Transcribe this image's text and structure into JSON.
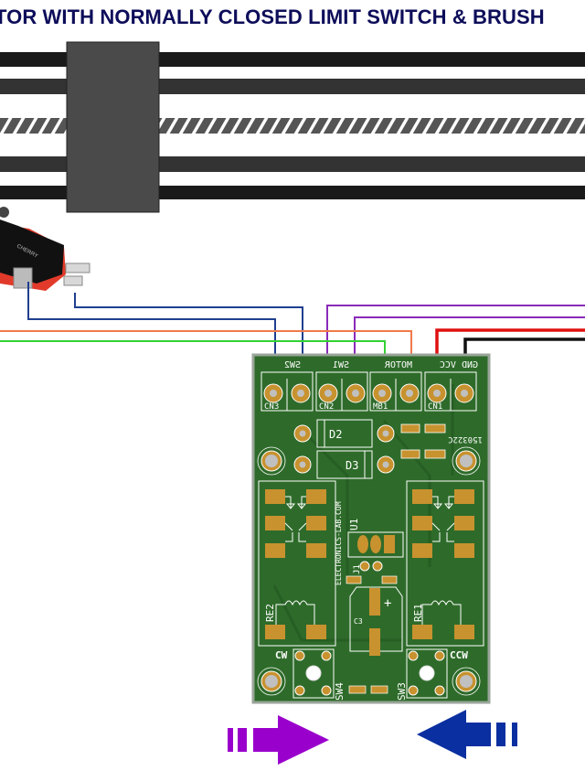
{
  "title": "TOR WITH NORMALLY CLOSED LIMIT SWITCH & BRUSH",
  "colors": {
    "title": "#0d0d5a",
    "pcb": "#2e6b2a",
    "pcb_border": "#9aa59a",
    "pad": "#c8922f",
    "wire_blue": "#1f3f8f",
    "wire_purple": "#8a2ab8",
    "wire_orange": "#f07a4a",
    "wire_green": "#33d133",
    "wire_red": "#e01010",
    "wire_black": "#111111",
    "arrow_cw": "#9a00cc",
    "arrow_ccw": "#0a2fa0",
    "carriage": "#4a4a4a"
  },
  "rail": {
    "carriage_label": "motor-carriage"
  },
  "limit_switch": {
    "brand": "CHERRY"
  },
  "pcb": {
    "connectors": [
      {
        "label": "SW2",
        "ref": "CN3"
      },
      {
        "label": "SW1",
        "ref": "CN2"
      },
      {
        "label": "MOTOR",
        "ref": "MB1"
      },
      {
        "label": "GND VCC",
        "ref": "CN1"
      }
    ],
    "diodes": [
      "D2",
      "D3"
    ],
    "part_code": "150322C",
    "website": "ELECTRONICS-LAB.COM",
    "regulator": "U1",
    "jumper": "J1",
    "capacitor": "C3",
    "cap_polarity": "+",
    "relays": [
      "RE2",
      "RE1"
    ],
    "switches": [
      "SW4",
      "SW3"
    ],
    "direction_labels": {
      "left": "CW",
      "right": "CCW"
    }
  },
  "arrows": {
    "left": "clockwise-arrow",
    "right": "counter-clockwise-arrow"
  }
}
